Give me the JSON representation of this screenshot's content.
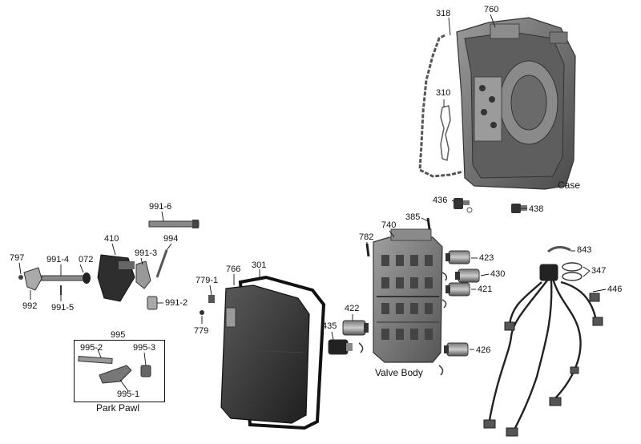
{
  "captions": {
    "case": "Case",
    "valve_body": "Valve Body",
    "park_pawl": "Park Pawl"
  },
  "callouts": {
    "p318": "318",
    "p760": "760",
    "p310": "310",
    "p436": "436",
    "p438": "438",
    "p385": "385",
    "p740": "740",
    "p782": "782",
    "p423": "423",
    "p430": "430",
    "p421": "421",
    "p422": "422",
    "p435": "435",
    "p426": "426",
    "p843": "843",
    "p347": "347",
    "p446": "446",
    "p766": "766",
    "p301": "301",
    "p779_1": "779-1",
    "p779": "779",
    "p991_6": "991-6",
    "p994": "994",
    "p410": "410",
    "p991_3": "991-3",
    "p991_2": "991-2",
    "p797": "797",
    "p991_4": "991-4",
    "p072": "072",
    "p992": "992",
    "p991_5": "991-5",
    "p995": "995",
    "p995_2": "995-2",
    "p995_3": "995-3",
    "p995_1": "995-1"
  },
  "colors": {
    "part_dark": "#3a3a3a",
    "part_mid": "#7a7a7a",
    "part_light": "#b8b8b8",
    "leader": "#111111"
  }
}
